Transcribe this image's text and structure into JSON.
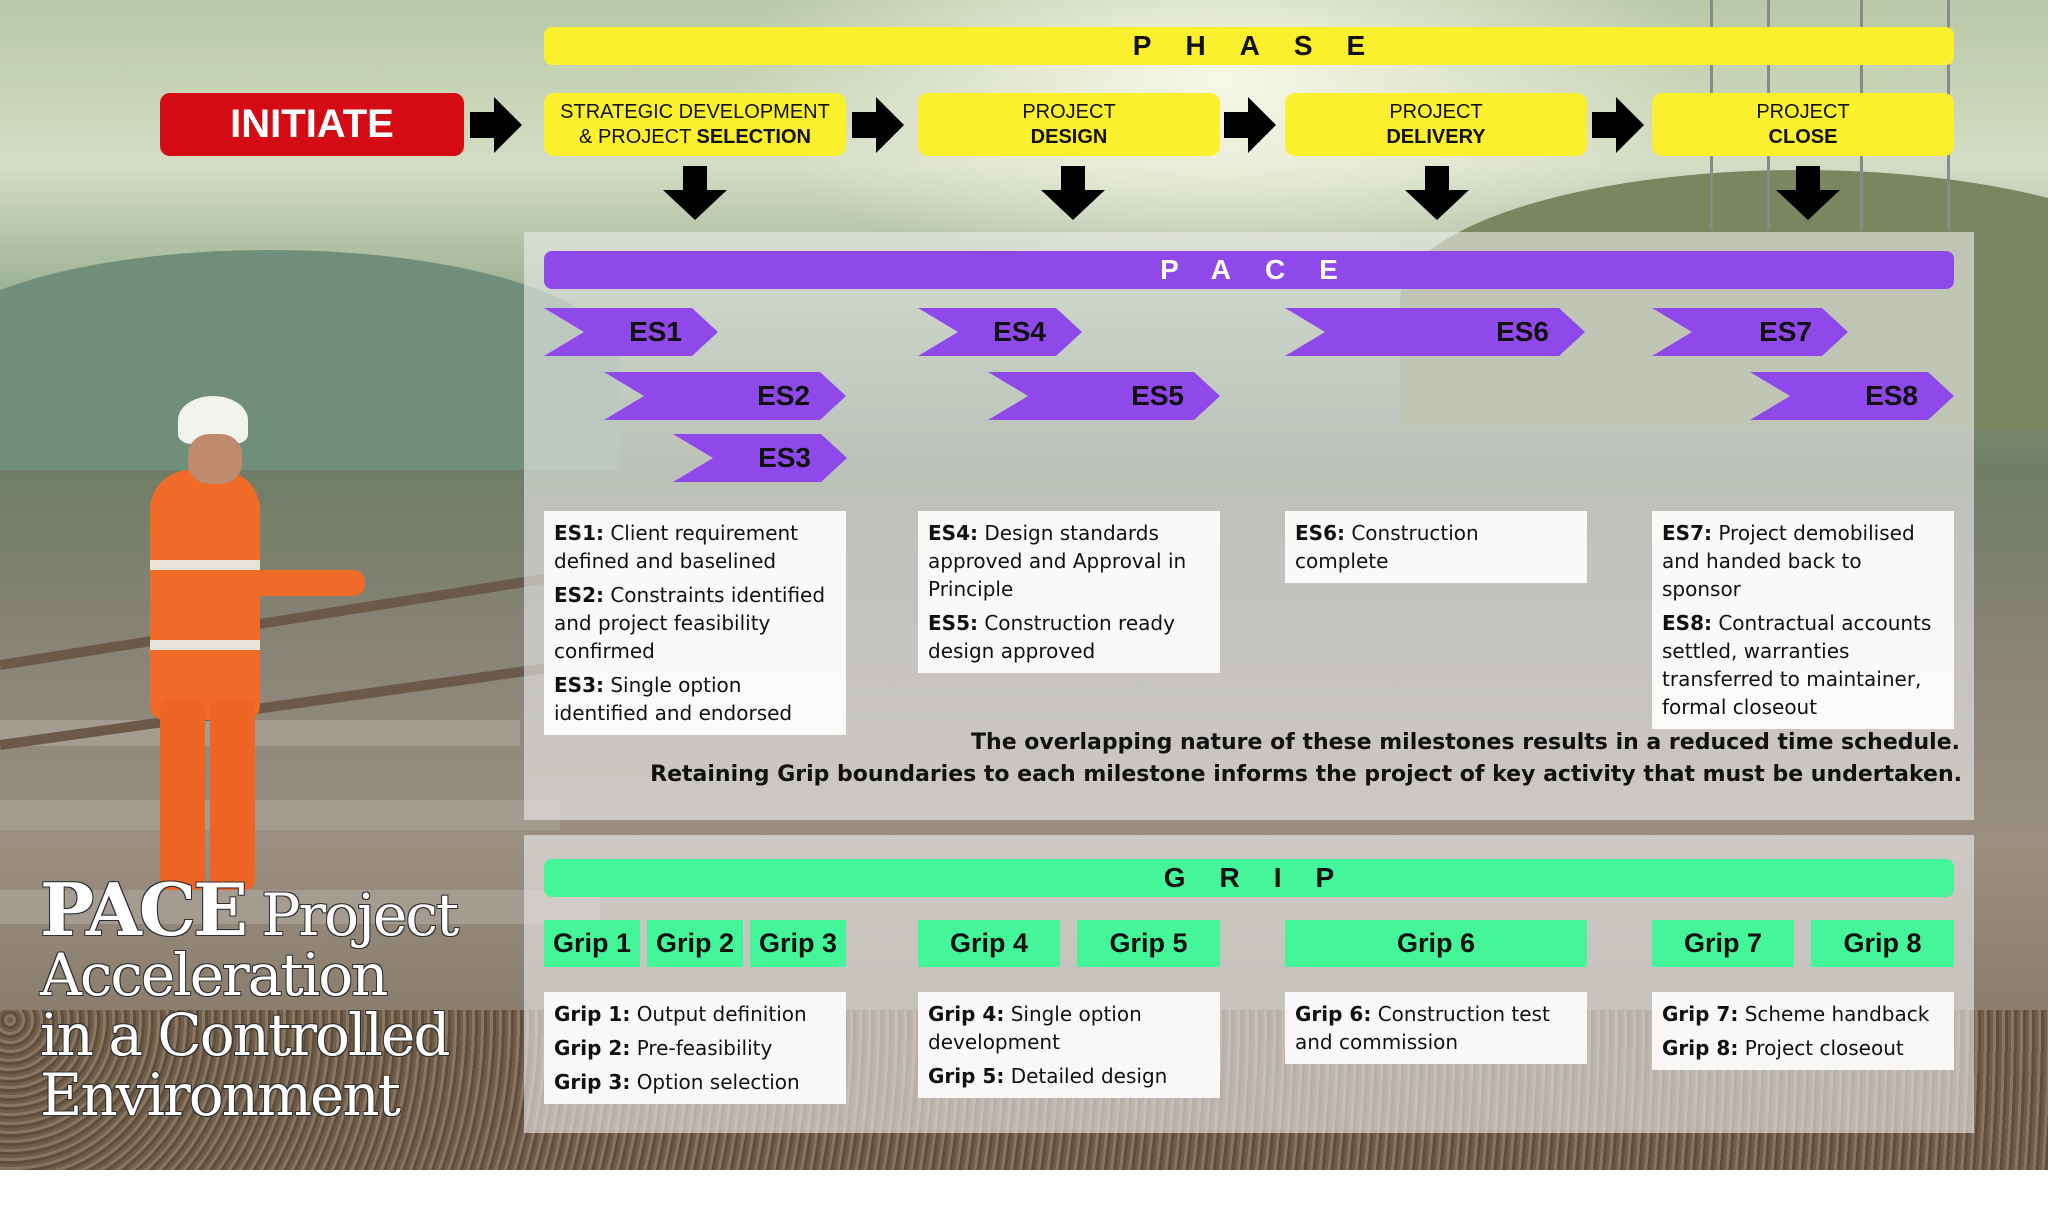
{
  "colors": {
    "initiate": "#d40b14",
    "phase": "#fbf02d",
    "pace": "#8f48ea",
    "grip": "#45f59a"
  },
  "initiate_label": "INITIATE",
  "phase_bar": "PHASE",
  "pace_bar": "PACE",
  "grip_bar": "GRIP",
  "phases": [
    {
      "line1": "STRATEGIC DEVELOPMENT",
      "line2_plain": "& PROJECT ",
      "line2_bold": "SELECTION"
    },
    {
      "line1": "PROJECT",
      "line2_plain": "",
      "line2_bold": "DESIGN"
    },
    {
      "line1": "PROJECT",
      "line2_plain": "",
      "line2_bold": "DELIVERY"
    },
    {
      "line1": "PROJECT",
      "line2_plain": "",
      "line2_bold": "CLOSE"
    }
  ],
  "es_labels": [
    "ES1",
    "ES2",
    "ES3",
    "ES4",
    "ES5",
    "ES6",
    "ES7",
    "ES8"
  ],
  "es_descriptions": [
    [
      {
        "key": "ES1:",
        "text": "Client requirement defined and baselined"
      },
      {
        "key": "ES2:",
        "text": "Constraints identified and project feasibility confirmed"
      },
      {
        "key": "ES3:",
        "text": "Single option identified and endorsed"
      }
    ],
    [
      {
        "key": "ES4:",
        "text": "Design standards approved and Approval in Principle"
      },
      {
        "key": "ES5:",
        "text": "Construction ready design approved"
      }
    ],
    [
      {
        "key": "ES6:",
        "text": "Construction complete"
      }
    ],
    [
      {
        "key": "ES7:",
        "text": "Project demobilised and handed back to sponsor"
      },
      {
        "key": "ES8:",
        "text": "Contractual accounts settled, warranties transferred to maintainer, formal closeout"
      }
    ]
  ],
  "note_line1": "The overlapping nature of these milestones results in a reduced time schedule.",
  "note_line2": "Retaining Grip boundaries to each milestone informs the project of key activity that must be undertaken.",
  "grip_labels": [
    "Grip 1",
    "Grip 2",
    "Grip 3",
    "Grip 4",
    "Grip 5",
    "Grip 6",
    "Grip 7",
    "Grip 8"
  ],
  "grip_descriptions": [
    [
      {
        "key": "Grip 1:",
        "text": "Output definition"
      },
      {
        "key": "Grip 2:",
        "text": "Pre-feasibility"
      },
      {
        "key": "Grip 3:",
        "text": "Option selection"
      }
    ],
    [
      {
        "key": "Grip 4:",
        "text": "Single option development"
      },
      {
        "key": "Grip 5:",
        "text": "Detailed design"
      }
    ],
    [
      {
        "key": "Grip 6:",
        "text": "Construction test and commission"
      }
    ],
    [
      {
        "key": "Grip 7:",
        "text": "Scheme handback"
      },
      {
        "key": "Grip 8:",
        "text": "Project closeout"
      }
    ]
  ],
  "title": {
    "bold": "PACE",
    "rest1": " Project",
    "rest2": "Acceleration",
    "rest3": "in a Controlled",
    "rest4": "Environment"
  }
}
